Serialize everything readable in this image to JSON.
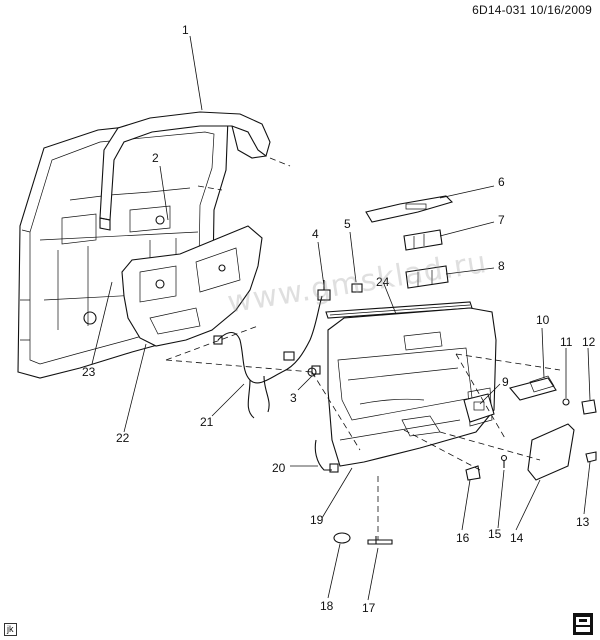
{
  "header": {
    "code_label": "6D14-031",
    "date_label": "10/16/2009"
  },
  "watermark": {
    "text": "www.gmsklad.ru"
  },
  "corner_label": "jk",
  "callouts": {
    "c1": "1",
    "c2": "2",
    "c3": "3",
    "c4": "4",
    "c5": "5",
    "c6": "6",
    "c7": "7",
    "c8": "8",
    "c9": "9",
    "c10": "10",
    "c11": "11",
    "c12": "12",
    "c13": "13",
    "c14": "14",
    "c15": "15",
    "c16": "16",
    "c17": "17",
    "c18": "18",
    "c19": "19",
    "c20": "20",
    "c21": "21",
    "c22": "22",
    "c23": "23",
    "c24": "24"
  }
}
